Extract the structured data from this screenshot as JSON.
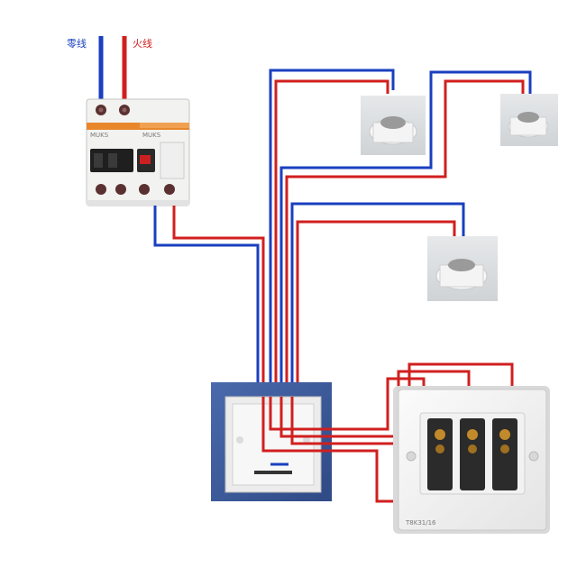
{
  "labels": {
    "neutral_label": "零线",
    "live_label": "火线",
    "switch_model": "T8K31/16"
  },
  "colors": {
    "neutral_wire": "#1a3fbf",
    "live_wire": "#d11f1f",
    "box_blue": "#3d5a9e"
  },
  "components": {
    "breaker": "two-pole-rcbo",
    "junction_box": "wall-box",
    "lamps": [
      "lamp-holder",
      "lamp-holder",
      "lamp-holder"
    ],
    "switch_panel": "triple-gang-switch"
  }
}
